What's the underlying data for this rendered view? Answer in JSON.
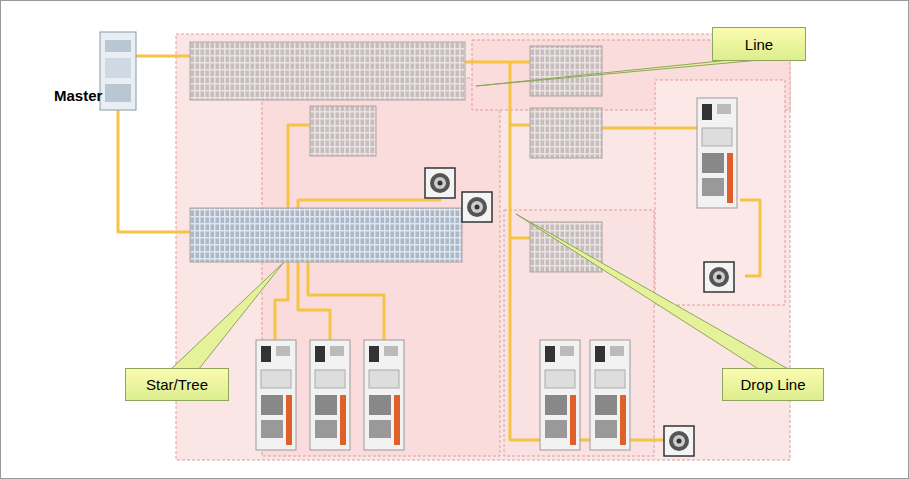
{
  "diagram": {
    "nodes": [
      {
        "text": [
          "Line"
        ]
      },
      {
        "text": [
          "Star/Tree"
        ]
      },
      {
        "text": [
          "Drop Line"
        ]
      }
    ],
    "labels": [
      "Master"
    ]
  }
}
